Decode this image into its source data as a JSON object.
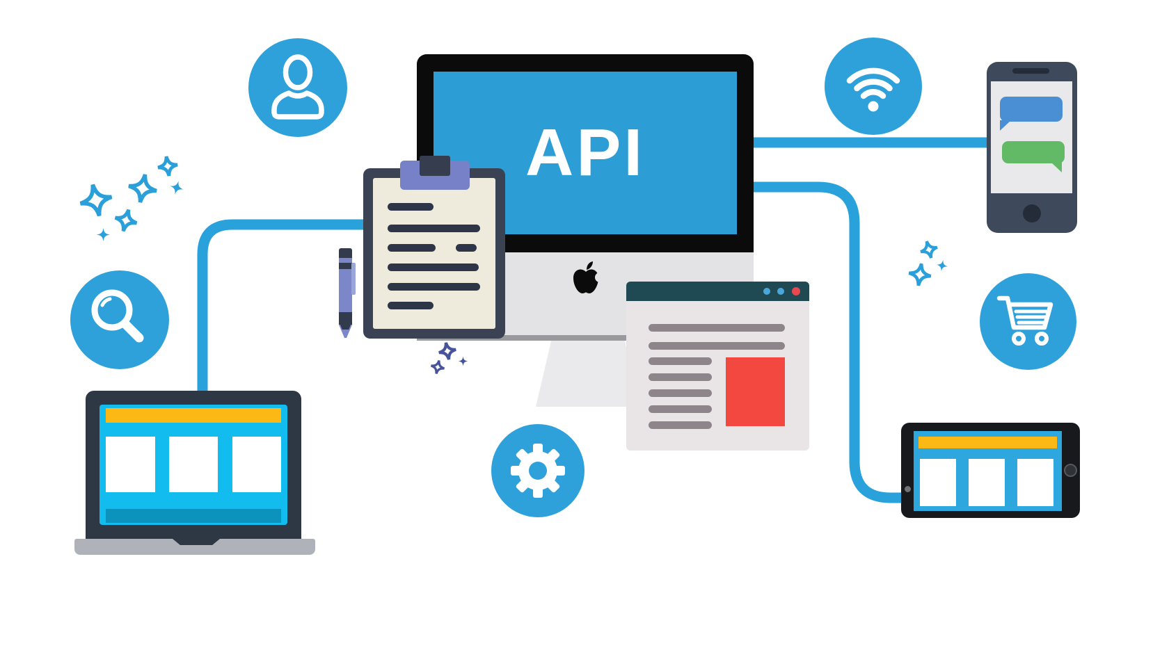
{
  "title": "API connectivity illustration",
  "monitor": {
    "label": "API",
    "screen_color": "#2D9DD5",
    "bezel_color": "#0B0B0C",
    "chin_color": "#E3E3E5",
    "logo": "apple-logo-icon"
  },
  "connectors": {
    "color": "#29A2DC",
    "links": [
      "laptop-to-clipboard",
      "imac-to-smartphone",
      "imac-to-tablet"
    ]
  },
  "nodes": [
    {
      "id": "user",
      "icon": "user-icon",
      "shape": "circle",
      "color": "#2EA1DB"
    },
    {
      "id": "wifi",
      "icon": "wifi-icon",
      "shape": "circle",
      "color": "#2EA1DB"
    },
    {
      "id": "search",
      "icon": "magnifier-icon",
      "shape": "circle",
      "color": "#2EA1DB"
    },
    {
      "id": "cart",
      "icon": "shopping-cart-icon",
      "shape": "circle",
      "color": "#2EA1DB"
    },
    {
      "id": "settings",
      "icon": "gear-icon",
      "shape": "circle",
      "color": "#2EA1DB"
    }
  ],
  "devices": {
    "laptop": {
      "screen_color": "#13BCEF",
      "header_color": "#FCB814",
      "footer_color": "#0B93BE",
      "panels": 3
    },
    "tablet": {
      "screen_color": "#2EA6DE",
      "header_color": "#FCB814",
      "panels": 3
    },
    "smartphone": {
      "body_color": "#3E4A5C",
      "bubbles": [
        {
          "color": "#4A8FD4",
          "side": "left"
        },
        {
          "color": "#62B966",
          "side": "right"
        }
      ]
    },
    "browser": {
      "header_color": "#1F4A54",
      "body_color": "#E9E5E7",
      "dot_colors": [
        "#4BA7D9",
        "#4BA7D9",
        "#E84850"
      ],
      "text_lines": 7,
      "ad_color": "#F3483F"
    },
    "clipboard": {
      "board_color": "#3A4254",
      "paper_color": "#EFEBDC",
      "clip_color": "#7681C7",
      "text_lines": 6
    },
    "pen": {
      "body_color": "#7B87C9",
      "accent_color": "#323A4E"
    }
  },
  "decorations": {
    "sparkle_blue": "#2B9FD9",
    "sparkle_indigo": "#47549B",
    "clusters": [
      "top-left",
      "near-cart",
      "below-clipboard"
    ]
  }
}
